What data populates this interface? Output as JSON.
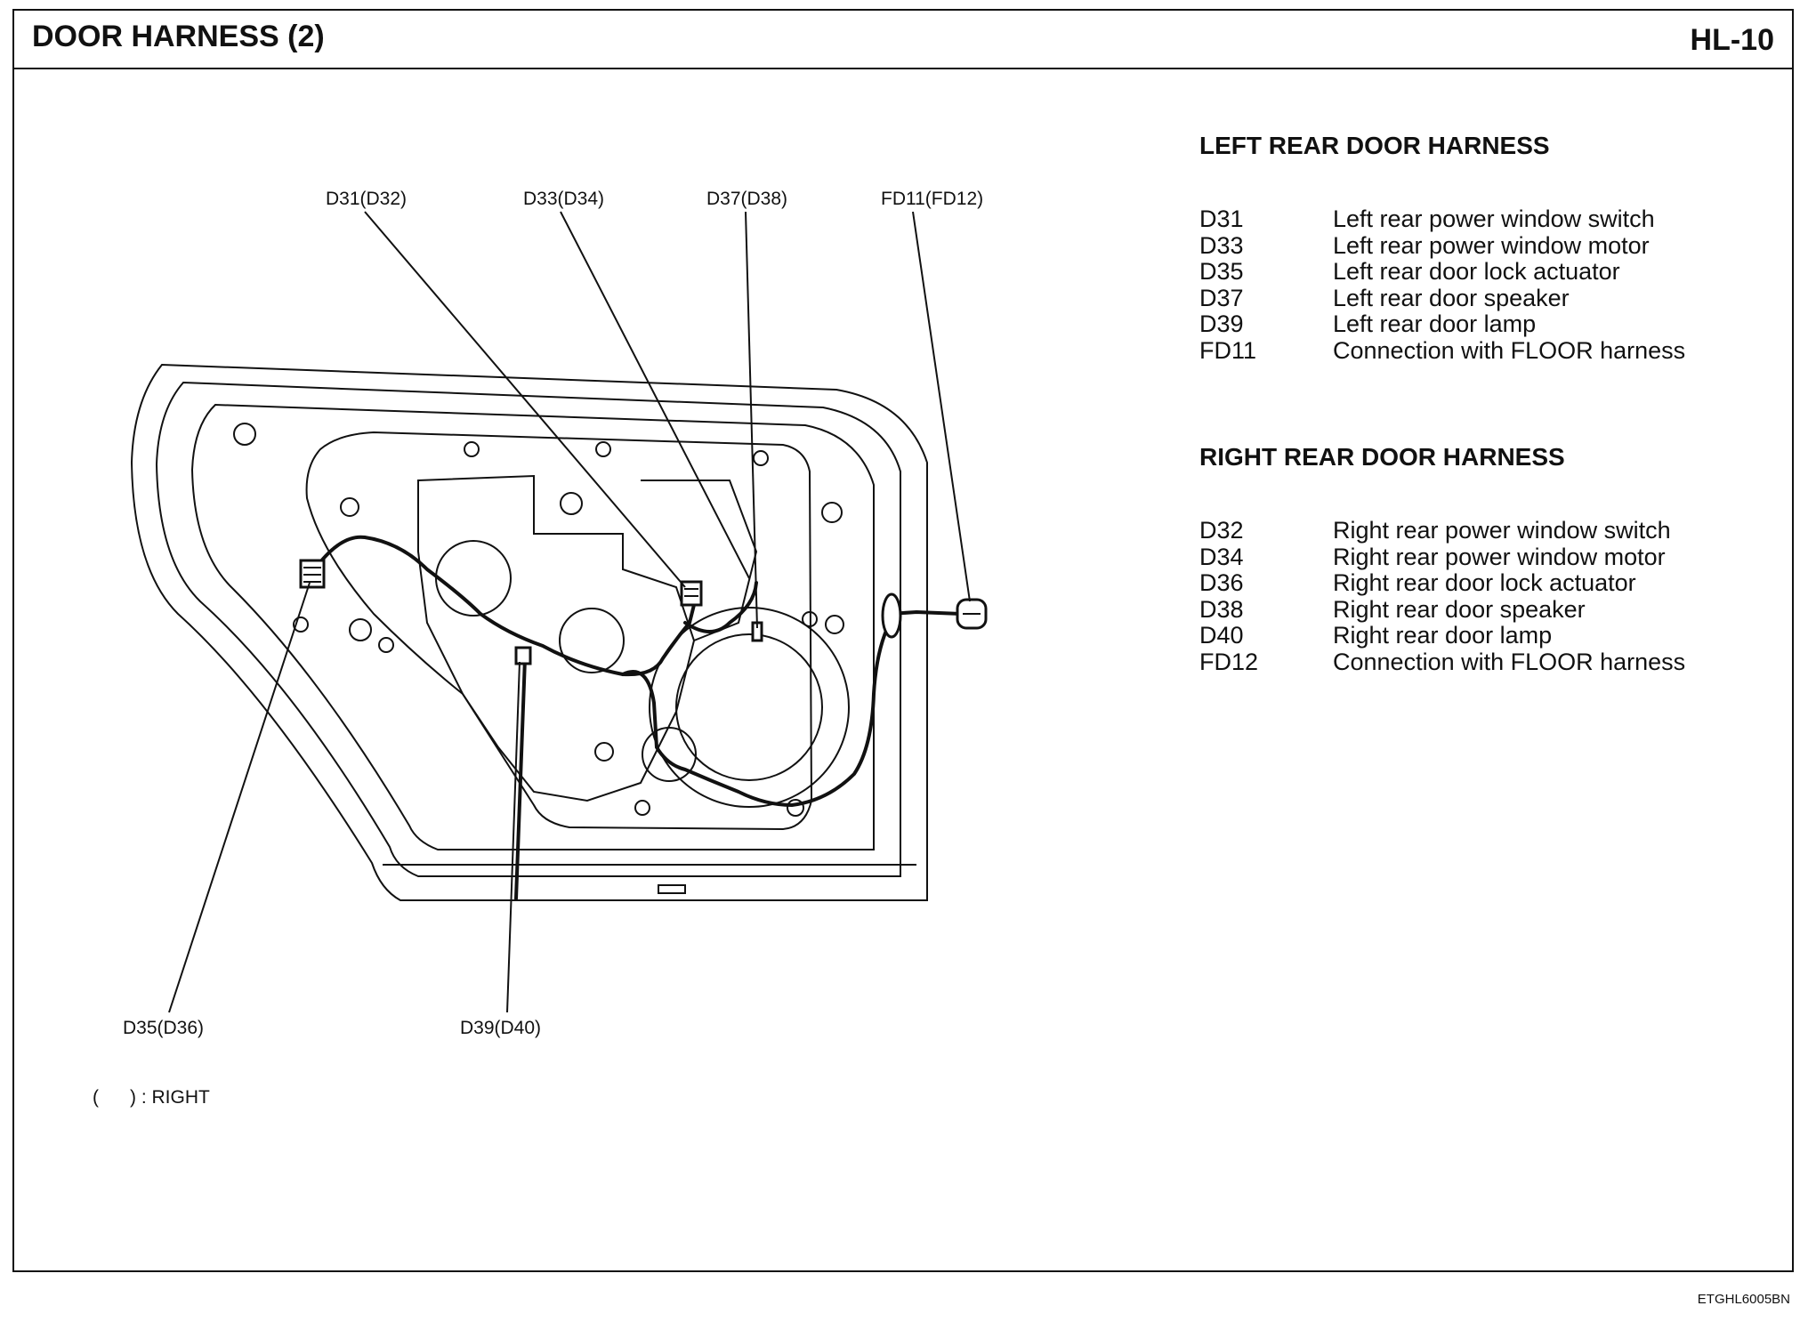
{
  "header": {
    "title": "DOOR HARNESS (2)",
    "page_code": "HL-10"
  },
  "callouts": {
    "d31": "D31(D32)",
    "d33": "D33(D34)",
    "d37": "D37(D38)",
    "fd11": "FD11(FD12)",
    "d35": "D35(D36)",
    "d39": "D39(D40)"
  },
  "legend_note": "(      ) : RIGHT",
  "left_harness": {
    "title": "LEFT REAR DOOR HARNESS",
    "items": [
      {
        "code": "D31",
        "desc": "Left rear power window switch"
      },
      {
        "code": "D33",
        "desc": "Left rear power window motor"
      },
      {
        "code": "D35",
        "desc": "Left rear door lock actuator"
      },
      {
        "code": "D37",
        "desc": "Left rear door speaker"
      },
      {
        "code": "D39",
        "desc": "Left rear door lamp"
      },
      {
        "code": "FD11",
        "desc": "Connection with FLOOR harness"
      }
    ]
  },
  "right_harness": {
    "title": "RIGHT REAR DOOR HARNESS",
    "items": [
      {
        "code": "D32",
        "desc": "Right rear power window switch"
      },
      {
        "code": "D34",
        "desc": "Right rear power window motor"
      },
      {
        "code": "D36",
        "desc": "Right rear door lock actuator"
      },
      {
        "code": "D38",
        "desc": "Right rear door speaker"
      },
      {
        "code": "D40",
        "desc": "Right rear door lamp"
      },
      {
        "code": "FD12",
        "desc": "Connection with FLOOR harness"
      }
    ]
  },
  "footer": {
    "image_code": "ETGHL6005BN"
  }
}
